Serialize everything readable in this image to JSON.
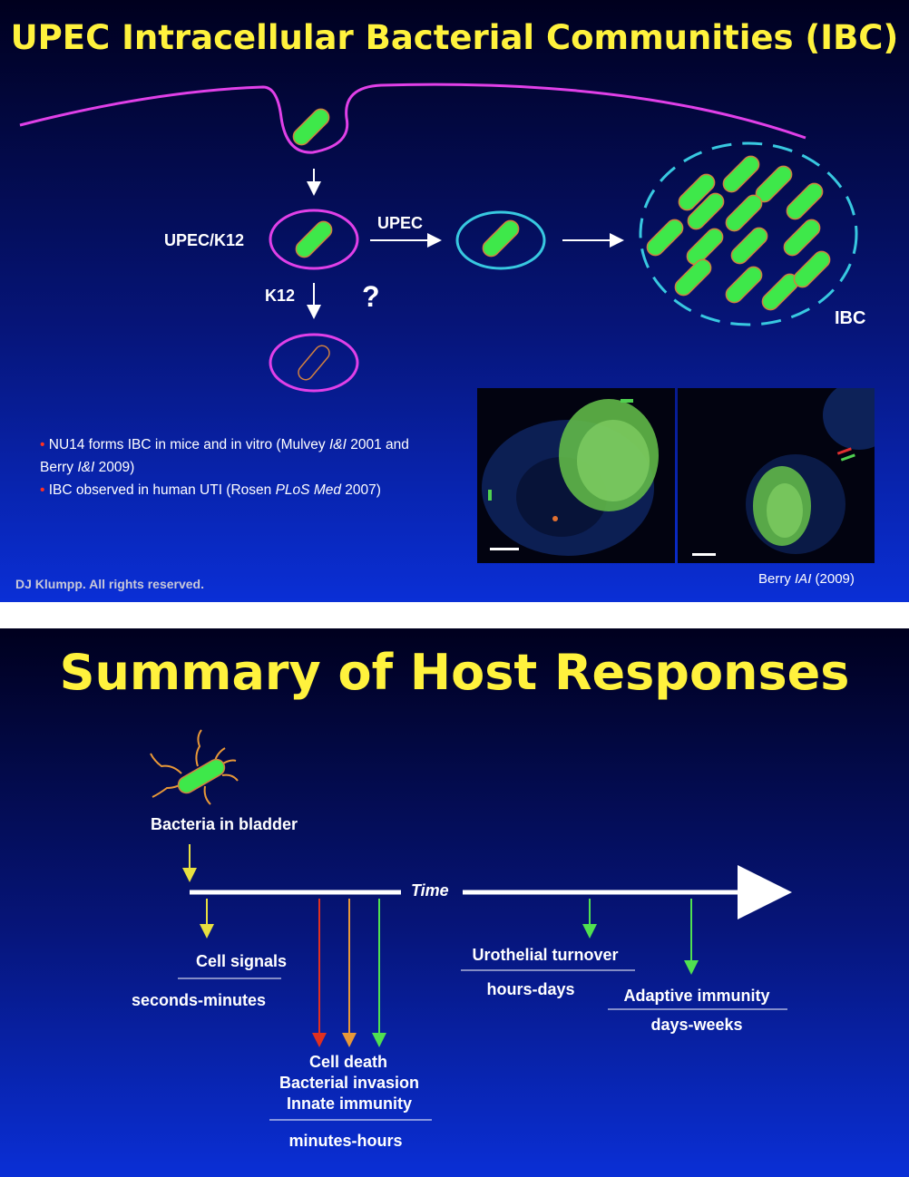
{
  "slide1": {
    "title": "UPEC Intracellular Bacterial Communities (IBC)",
    "label_upec_k12": "UPEC/K12",
    "label_upec": "UPEC",
    "label_k12": "K12",
    "label_question": "?",
    "label_ibc": "IBC",
    "bullets": [
      {
        "text": "NU14 forms IBC in mice and in vitro (Mulvey ",
        "italic": "I&I",
        "text2": " 2001 and Berry ",
        "italic2": "I&I",
        "text3": " 2009)"
      },
      {
        "text": "IBC observed in human UTI (Rosen ",
        "italic": "PLoS Med",
        "text2": " 2007)"
      }
    ],
    "footer": "DJ Klumpp.  All rights reserved.",
    "credit_prefix": "Berry ",
    "credit_journal": "IAI",
    "credit_year": " (2009)"
  },
  "slide2": {
    "title": "Summary of Host Responses",
    "bacteria_label": "Bacteria in bladder",
    "time_label": "Time",
    "cell_signals": "Cell signals",
    "seconds_minutes": "seconds-minutes",
    "cell_death": "Cell death",
    "bacterial_invasion": "Bacterial invasion",
    "innate_immunity": "Innate immunity",
    "minutes_hours": "minutes-hours",
    "urothelial_turnover": "Urothelial turnover",
    "hours_days": "hours-days",
    "adaptive_immunity": "Adaptive immunity",
    "days_weeks": "days-weeks"
  },
  "colors": {
    "title": "#fff23d",
    "bacterium": "#3ee84a",
    "membrane": "#e040e8",
    "vacuole_upec": "#38c8e0",
    "arrow_yellow": "#e8e040",
    "arrow_red": "#e03020",
    "arrow_orange": "#e89838",
    "arrow_green": "#50e050"
  }
}
